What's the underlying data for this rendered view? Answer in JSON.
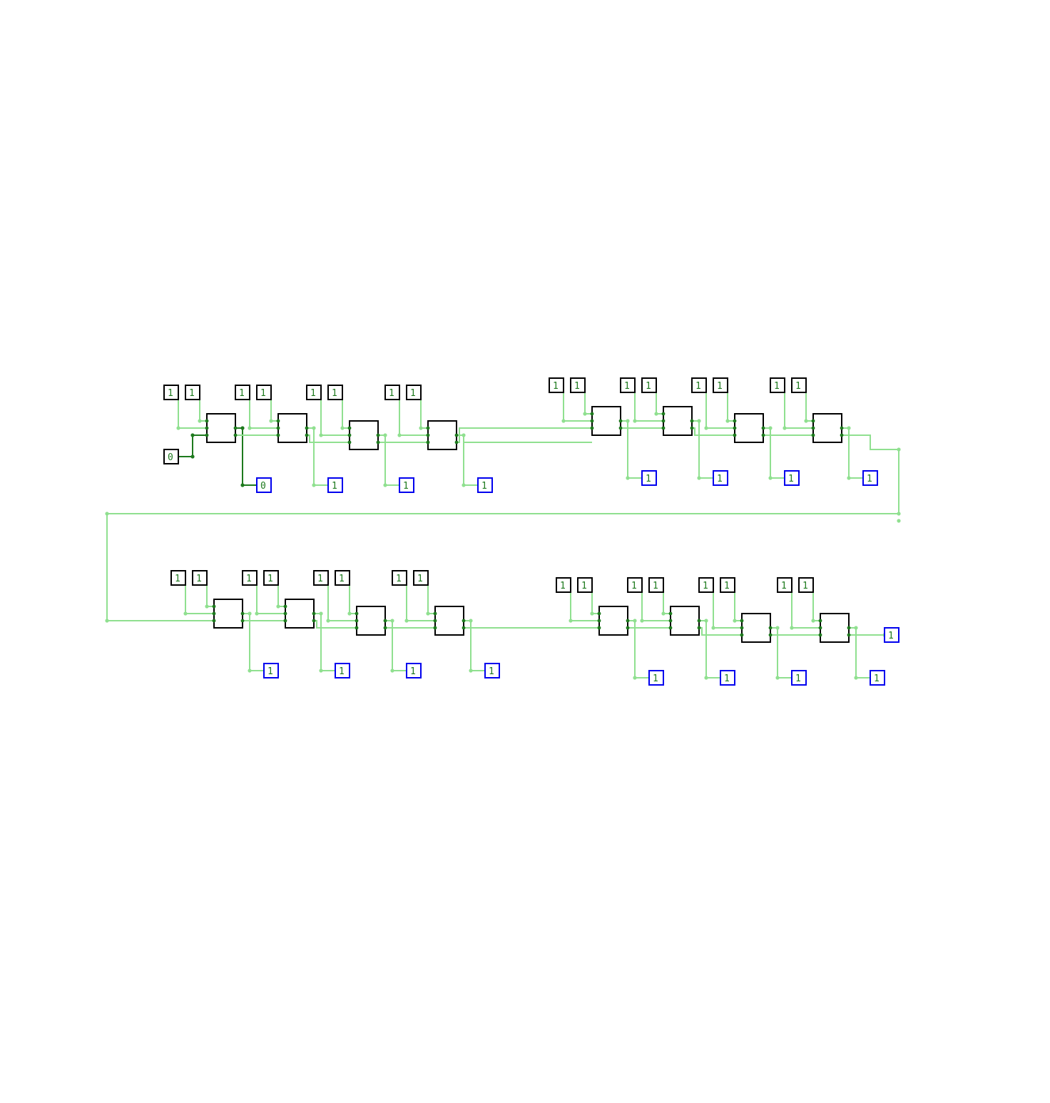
{
  "colors": {
    "background": "#ffffff",
    "wire_active": "#1e7a1e",
    "wire_idle": "#90e090",
    "input_border": "#000000",
    "output_border": "#0000ee",
    "adder_border": "#000000",
    "pin_text": "#1e7a1e"
  },
  "carry_in": {
    "value": "0"
  },
  "rows": [
    {
      "groups": [
        {
          "adders": [
            {
              "a": "1",
              "b": "1",
              "sum": "0"
            },
            {
              "a": "1",
              "b": "1",
              "sum": "1"
            },
            {
              "a": "1",
              "b": "1",
              "sum": "1"
            },
            {
              "a": "1",
              "b": "1",
              "sum": "1"
            }
          ]
        },
        {
          "adders": [
            {
              "a": "1",
              "b": "1",
              "sum": "1"
            },
            {
              "a": "1",
              "b": "1",
              "sum": "1"
            },
            {
              "a": "1",
              "b": "1",
              "sum": "1"
            },
            {
              "a": "1",
              "b": "1",
              "sum": "1"
            }
          ]
        }
      ]
    },
    {
      "groups": [
        {
          "adders": [
            {
              "a": "1",
              "b": "1",
              "sum": "1"
            },
            {
              "a": "1",
              "b": "1",
              "sum": "1"
            },
            {
              "a": "1",
              "b": "1",
              "sum": "1"
            },
            {
              "a": "1",
              "b": "1",
              "sum": "1"
            }
          ]
        },
        {
          "adders": [
            {
              "a": "1",
              "b": "1",
              "sum": "1"
            },
            {
              "a": "1",
              "b": "1",
              "sum": "1"
            },
            {
              "a": "1",
              "b": "1",
              "sum": "1"
            },
            {
              "a": "1",
              "b": "1",
              "sum": "1"
            }
          ]
        }
      ]
    }
  ],
  "carry_out": {
    "value": "1"
  }
}
